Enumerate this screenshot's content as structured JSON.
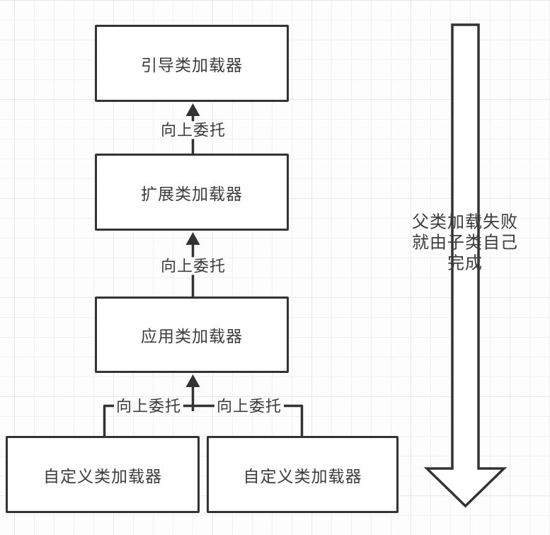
{
  "diagram": {
    "title": "classloader-parent-delegation-diagram",
    "boxes": [
      {
        "id": "bootstrap-classloader",
        "label": "引导类加载器"
      },
      {
        "id": "extension-classloader",
        "label": "扩展类加载器"
      },
      {
        "id": "application-classloader",
        "label": "应用类加载器"
      },
      {
        "id": "custom-classloader-left",
        "label": "自定义类加载器"
      },
      {
        "id": "custom-classloader-right",
        "label": "自定义类加载器"
      }
    ],
    "edge_labels": [
      {
        "id": "extension-to-bootstrap",
        "text": "向上委托"
      },
      {
        "id": "application-to-extension",
        "text": "向上委托"
      },
      {
        "id": "custom-left-to-application",
        "text": "向上委托"
      },
      {
        "id": "custom-right-to-application",
        "text": "向上委托"
      }
    ],
    "side_note": {
      "full_text": "父类加载失败就由子类自己完成",
      "lines": [
        "父类加载失败",
        "就由子类自己",
        "完成"
      ]
    },
    "colors": {
      "stroke": "#333333",
      "text": "#3c3c3c",
      "box_fill": "#ffffff",
      "background": "#fdfdfd",
      "grid_line": "#f1f1f3"
    }
  }
}
